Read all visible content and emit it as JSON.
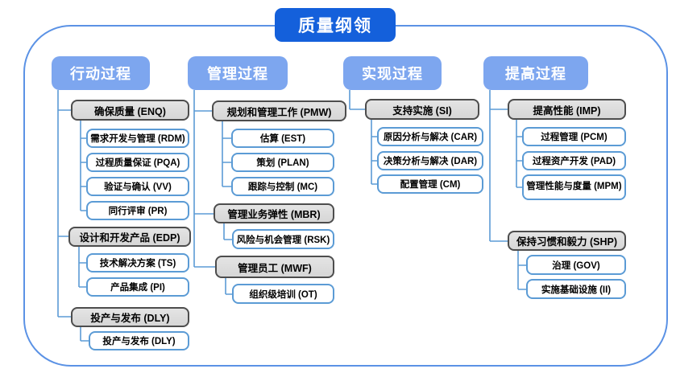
{
  "title": "质量纲领",
  "colors": {
    "title_bg": "#1460DB",
    "header_bg": "#7DA6EF",
    "connector": "#5B9BD5",
    "outer_border": "#5B92E5",
    "group_fill": "#DCDCDC",
    "group_border": "#4D4D4D",
    "leaf_border": "#5B9BD5"
  },
  "columns": [
    {
      "header": "行动过程",
      "groups": [
        {
          "label": "确保质量 (ENQ)",
          "children": [
            "需求开发与管理 (RDM)",
            "过程质量保证 (PQA)",
            "验证与确认 (VV)",
            "同行评审 (PR)"
          ]
        },
        {
          "label": "设计和开发产品 (EDP)",
          "children": [
            "技术解决方案 (TS)",
            "产品集成 (PI)"
          ]
        },
        {
          "label": "投产与发布 (DLY)",
          "children": [
            "投产与发布 (DLY)"
          ]
        }
      ]
    },
    {
      "header": "管理过程",
      "groups": [
        {
          "label": "规划和管理工作 (PMW)",
          "children": [
            "估算 (EST)",
            "策划 (PLAN)",
            "跟踪与控制 (MC)"
          ]
        },
        {
          "label": "管理业务弹性 (MBR)",
          "children": [
            "风险与机会管理 (RSK)"
          ]
        },
        {
          "label": "管理员工 (MWF)",
          "children": [
            "组织级培训 (OT)"
          ]
        }
      ]
    },
    {
      "header": "实现过程",
      "groups": [
        {
          "label": "支持实施 (SI)",
          "children": [
            "原因分析与解决 (CAR)",
            "决策分析与解决 (DAR)",
            "配置管理 (CM)"
          ]
        }
      ]
    },
    {
      "header": "提高过程",
      "groups": [
        {
          "label": "提高性能 (IMP)",
          "children": [
            "过程管理 (PCM)",
            "过程资产开发 (PAD)",
            "管理性能与度量 (MPM)"
          ]
        },
        {
          "label": "保持习惯和毅力 (SHP)",
          "children": [
            "治理 (GOV)",
            "实施基础设施 (II)"
          ]
        }
      ]
    }
  ]
}
